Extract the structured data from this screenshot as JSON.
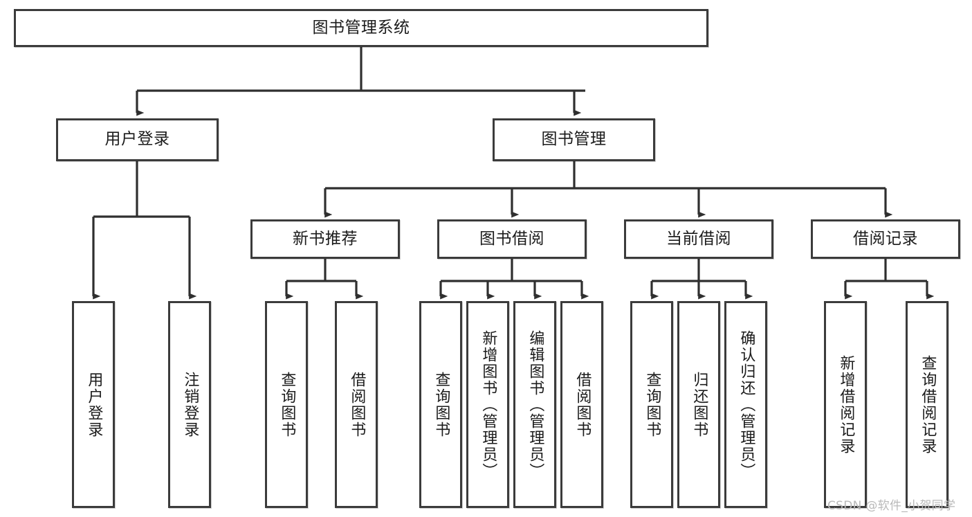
{
  "diagram": {
    "title": "图书管理系统",
    "watermark": "CSDN @软件_小贺同学",
    "colors": {
      "box_border": "#3b3b3b",
      "box_fill": "#ffffff",
      "connector": "#2f2f2f",
      "text": "#1b1b1b",
      "watermark": "#b9b9b9",
      "background": "#ffffff"
    },
    "root": {
      "id": "root",
      "label": "图书管理系统",
      "orientation": "horizontal"
    },
    "level2": [
      {
        "id": "user-login",
        "label": "用户登录",
        "orientation": "horizontal"
      },
      {
        "id": "book-manage",
        "label": "图书管理",
        "orientation": "horizontal"
      }
    ],
    "level3": [
      {
        "id": "new-book-recommend",
        "label": "新书推荐",
        "orientation": "horizontal",
        "parent": "book-manage"
      },
      {
        "id": "book-borrow",
        "label": "图书借阅",
        "orientation": "horizontal",
        "parent": "book-manage"
      },
      {
        "id": "current-borrow",
        "label": "当前借阅",
        "orientation": "horizontal",
        "parent": "book-manage"
      },
      {
        "id": "borrow-record",
        "label": "借阅记录",
        "orientation": "horizontal",
        "parent": "book-manage"
      }
    ],
    "leaves": [
      {
        "id": "leaf-user-login",
        "label": "用户登录",
        "orientation": "vertical",
        "parent": "user-login"
      },
      {
        "id": "leaf-logout-login",
        "label": "注销登录",
        "orientation": "vertical",
        "parent": "user-login"
      },
      {
        "id": "leaf-query-book-a",
        "label": "查询图书",
        "orientation": "vertical",
        "parent": "new-book-recommend"
      },
      {
        "id": "leaf-borrow-book-a",
        "label": "借阅图书",
        "orientation": "vertical",
        "parent": "new-book-recommend"
      },
      {
        "id": "leaf-query-book-b",
        "label": "查询图书",
        "orientation": "vertical",
        "parent": "book-borrow"
      },
      {
        "id": "leaf-add-book",
        "label": "新增图书（管理员）",
        "orientation": "vertical",
        "parent": "book-borrow"
      },
      {
        "id": "leaf-edit-book",
        "label": "编辑图书（管理员）",
        "orientation": "vertical",
        "parent": "book-borrow"
      },
      {
        "id": "leaf-borrow-book-b",
        "label": "借阅图书",
        "orientation": "vertical",
        "parent": "book-borrow"
      },
      {
        "id": "leaf-query-book-c",
        "label": "查询图书",
        "orientation": "vertical",
        "parent": "current-borrow"
      },
      {
        "id": "leaf-return-book",
        "label": "归还图书",
        "orientation": "vertical",
        "parent": "current-borrow"
      },
      {
        "id": "leaf-confirm-return",
        "label": "确认归还（管理员）",
        "orientation": "vertical",
        "parent": "current-borrow"
      },
      {
        "id": "leaf-add-record",
        "label": "新增借阅记录",
        "orientation": "vertical",
        "parent": "borrow-record"
      },
      {
        "id": "leaf-query-record",
        "label": "查询借阅记录",
        "orientation": "vertical",
        "parent": "borrow-record"
      }
    ]
  }
}
